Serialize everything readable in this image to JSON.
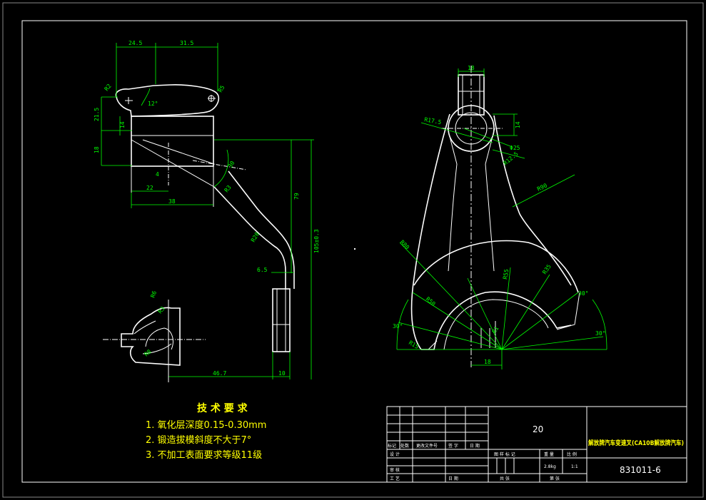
{
  "dimensions": {
    "d_24_5": "24.5",
    "d_31_5": "31.5",
    "d_r2": "R2",
    "d_r5": "R5",
    "d_12deg": "12°",
    "d_21_5": "21.5",
    "d_14": "14",
    "d_18": "18",
    "d_4": "4",
    "d_22": "22",
    "d_38": "38",
    "d_30": "30",
    "d_79": "79",
    "d_105": "105±0.3",
    "d_r20": "R20",
    "d_6_5": "6.5",
    "d_r6": "R6",
    "d_r3": "R3",
    "d_r8": "R8",
    "d_46_7": "46.7",
    "d_10": "10",
    "d_top_18": "18",
    "d_r17_5": "R17.5",
    "d_14b": "14",
    "d_phi25": "Φ25",
    "d_r12_5": "R12.5",
    "d_r90": "R90",
    "d_r80": "R80",
    "d_r55": "R55",
    "d_r35": "R35",
    "d_r50": "R50",
    "d_r15": "R15",
    "d_r1": "R1",
    "d_30deg_a": "30°",
    "d_30deg_b": "30°",
    "d_30deg_c": "30°",
    "d_bottom_18": "18"
  },
  "tech_requirements": {
    "title": "技 术 要 求",
    "items": [
      "1. 氧化层深度0.15-0.30mm",
      "2. 锻造拔模斜度不大于7°",
      "3. 不加工表面要求等级11级"
    ]
  },
  "title_block": {
    "material": "20",
    "part_name": "解放牌汽车变速叉(CA10B解放牌汽车)",
    "drawing_number": "831011-6",
    "labels": {
      "mark": "标记",
      "count": "处数",
      "change_doc": "更改文件号",
      "sign": "签 字",
      "date": "日 期",
      "design": "设 计",
      "check": "审 核",
      "process": "工 艺",
      "date2": "日 期",
      "stage_mark": "图 样 标 记",
      "weight": "重 量",
      "scale": "比 例",
      "sheets": "共   张",
      "sheet_no": "第   张"
    },
    "weight_value": "2.8kg",
    "scale_value": "1:1"
  }
}
